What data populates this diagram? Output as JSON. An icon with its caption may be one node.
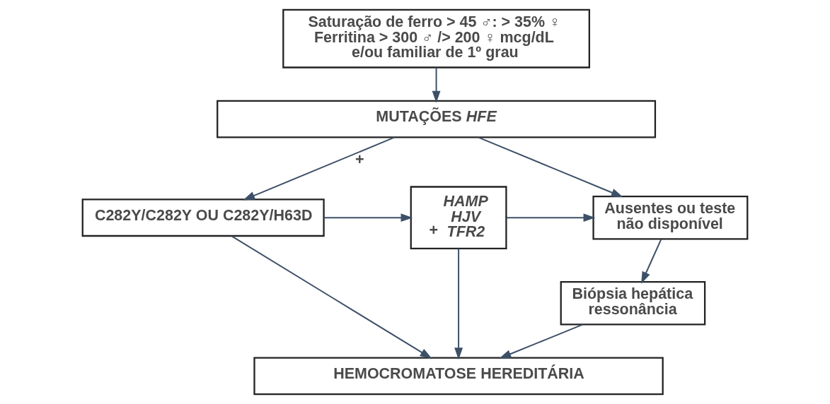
{
  "diagram": {
    "nodes": [
      {
        "text": [
          "Saturação de ferro > 45 ♂: > 35% ♀ Ferritina > 300 ♂ /> 200 ♀ mcg/dL e/ou familiar de 1º grau"
        ]
      },
      {
        "text": [
          "MUTAÇÕES *HFE*"
        ]
      },
      {
        "text": [
          "C282Y/C282Y OU C282Y/H63D"
        ]
      },
      {
        "text": [
          "+",
          "*HAMP* *HJV* *TFR2*"
        ]
      },
      {
        "text": [
          "Ausentes ou teste não disponível"
        ]
      },
      {
        "text": [
          "Biópsia hepática ressonância"
        ]
      },
      {
        "text": [
          "HEMOCROMATOSE HEREDITÁRIA"
        ]
      }
    ],
    "edges": [
      {
        "from": 0,
        "to": 1,
        "arrow": "to"
      },
      {
        "from": 1,
        "to": 2,
        "arrow": "to",
        "label": "+"
      },
      {
        "from": 1,
        "to": 4,
        "arrow": "to"
      },
      {
        "from": 2,
        "to": 3,
        "arrow": "to"
      },
      {
        "from": 3,
        "to": 4,
        "arrow": "to"
      },
      {
        "from": 4,
        "to": 5,
        "arrow": "to"
      },
      {
        "from": 2,
        "to": 6,
        "arrow": "to"
      },
      {
        "from": 3,
        "to": 6,
        "arrow": "to"
      },
      {
        "from": 5,
        "to": 6,
        "arrow": "to"
      }
    ]
  }
}
